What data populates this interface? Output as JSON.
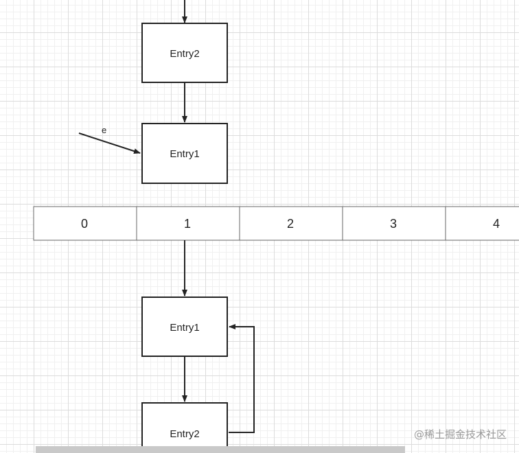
{
  "diagram": {
    "upper_chain": {
      "node_top": "Entry2",
      "node_bottom": "Entry1",
      "pointer_label": "e"
    },
    "array_cells": [
      "0",
      "1",
      "2",
      "3",
      "4"
    ],
    "lower_chain": {
      "node_top": "Entry1",
      "node_bottom": "Entry2"
    }
  },
  "watermark": "@稀土掘金技术社区",
  "colors": {
    "stroke": "#222222",
    "array_border": "#666666",
    "grid_major": "#dcdcdc",
    "grid_minor": "#f0f0f0"
  }
}
